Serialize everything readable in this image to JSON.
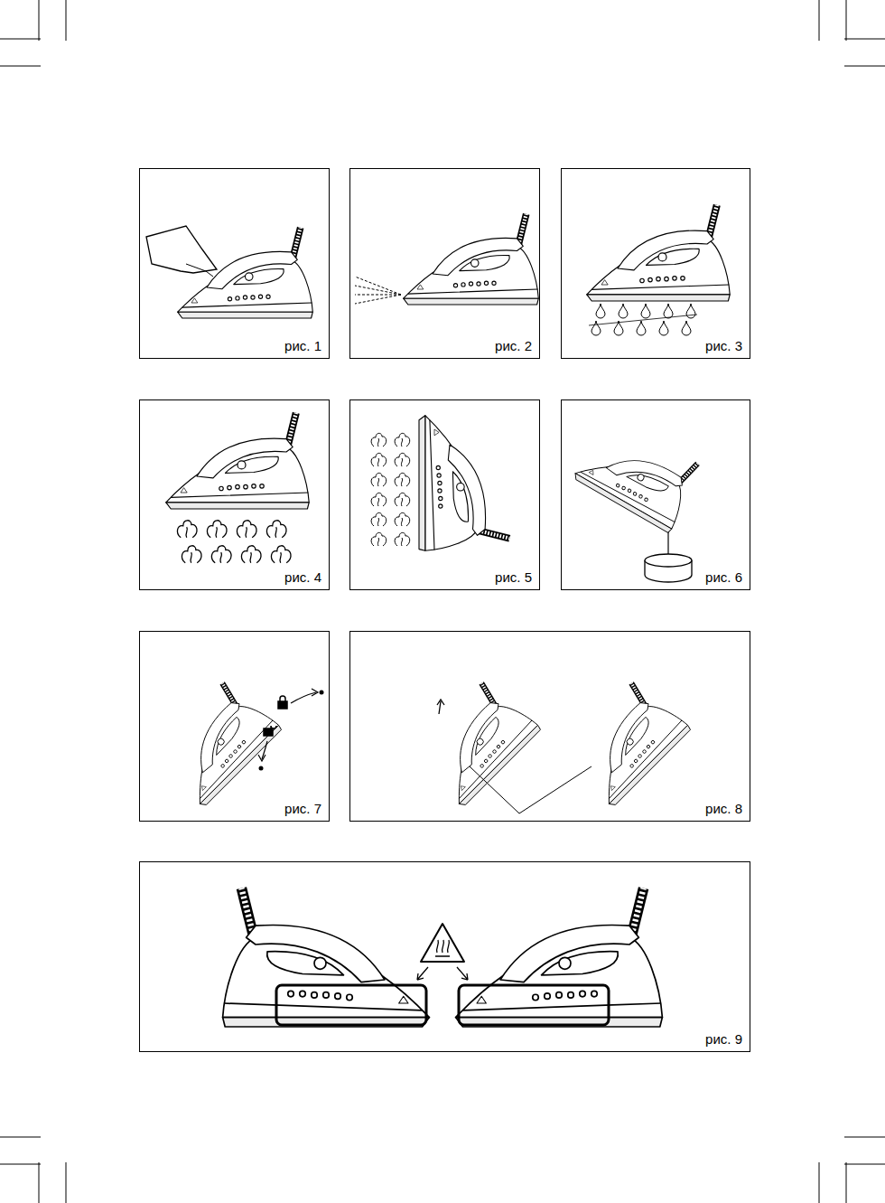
{
  "diagram": {
    "nodes": [
      {
        "text": [
          "рис. 1"
        ]
      },
      {
        "text": [
          "рис. 2"
        ]
      },
      {
        "text": [
          "рис. 3"
        ]
      },
      {
        "text": [
          "рис. 4"
        ]
      },
      {
        "text": [
          "рис. 5"
        ]
      },
      {
        "text": [
          "рис. 6"
        ]
      },
      {
        "text": [
          "рис. 7"
        ]
      },
      {
        "text": [
          "рис. 8"
        ]
      },
      {
        "text": [
          "рис. 9"
        ]
      }
    ]
  }
}
